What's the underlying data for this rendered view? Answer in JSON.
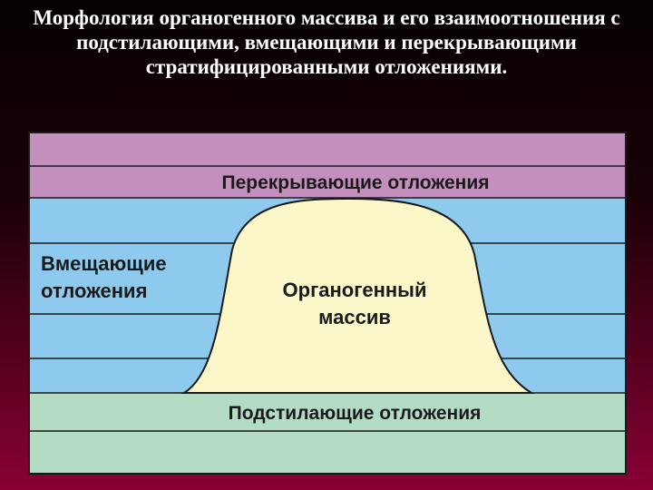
{
  "slide": {
    "title": "Морфология органогенного массива и его взаимоотношения с подстилающими, вмещающими и перекрывающими стратифицированными отложениями."
  },
  "diagram": {
    "labels": {
      "overlying": "Перекрывающие отложения",
      "enclosing_line1": "Вмещающие",
      "enclosing_line2": "отложения",
      "massif_line1": "Органогенный",
      "massif_line2": "массив",
      "underlying": "Подстилающие отложения"
    },
    "colors": {
      "overlying": "#c38fbc",
      "enclosing": "#8ec9ee",
      "massif": "#fbf7c8",
      "underlying": "#b4dcc4",
      "lines": "#1a1a1a"
    }
  }
}
